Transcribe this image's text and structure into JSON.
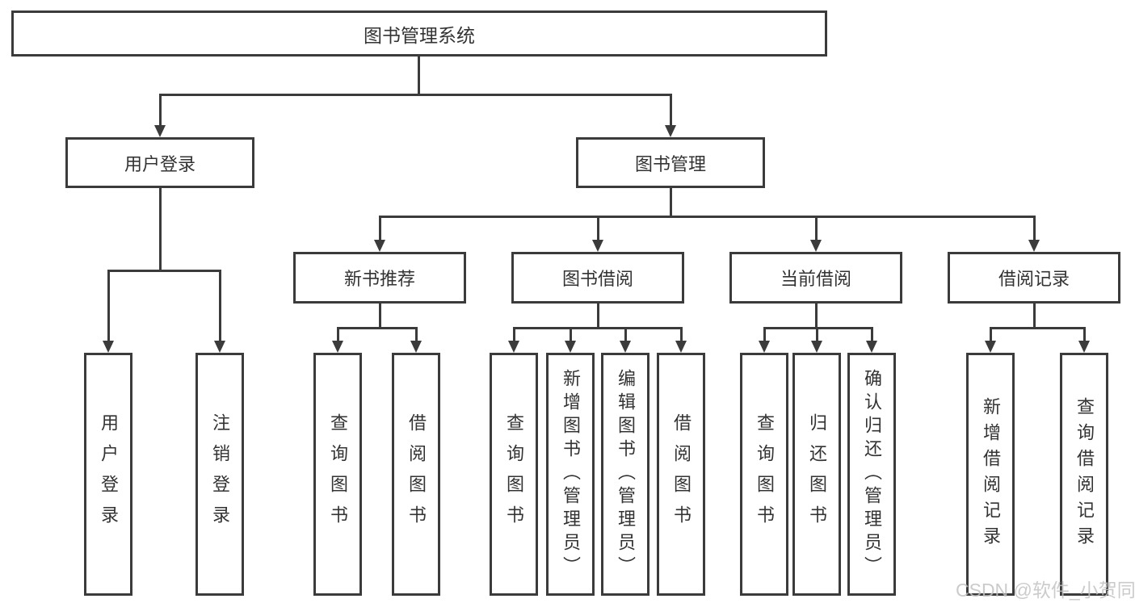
{
  "root": {
    "label": "图书管理系统"
  },
  "branches": {
    "user": {
      "label": "用户登录",
      "leaves": [
        "用户登录",
        "注销登录"
      ]
    },
    "mgmt": {
      "label": "图书管理",
      "children": [
        {
          "label": "新书推荐",
          "leaves": [
            "查询图书",
            "借阅图书"
          ]
        },
        {
          "label": "图书借阅",
          "leaves": [
            "查询图书",
            "新增图书（管理员）",
            "编辑图书（管理员）",
            "借阅图书"
          ]
        },
        {
          "label": "当前借阅",
          "leaves": [
            "查询图书",
            "归还图书",
            "确认归还（管理员）"
          ]
        },
        {
          "label": "借阅记录",
          "leaves": [
            "新增借阅记录",
            "查询借阅记录"
          ]
        }
      ]
    }
  },
  "watermark": "CSDN @软件_小贺同学",
  "colors": {
    "line": "#3b3b3b",
    "text": "#333333",
    "box_background": "#ffffff",
    "watermark": "#c3c3c3"
  }
}
